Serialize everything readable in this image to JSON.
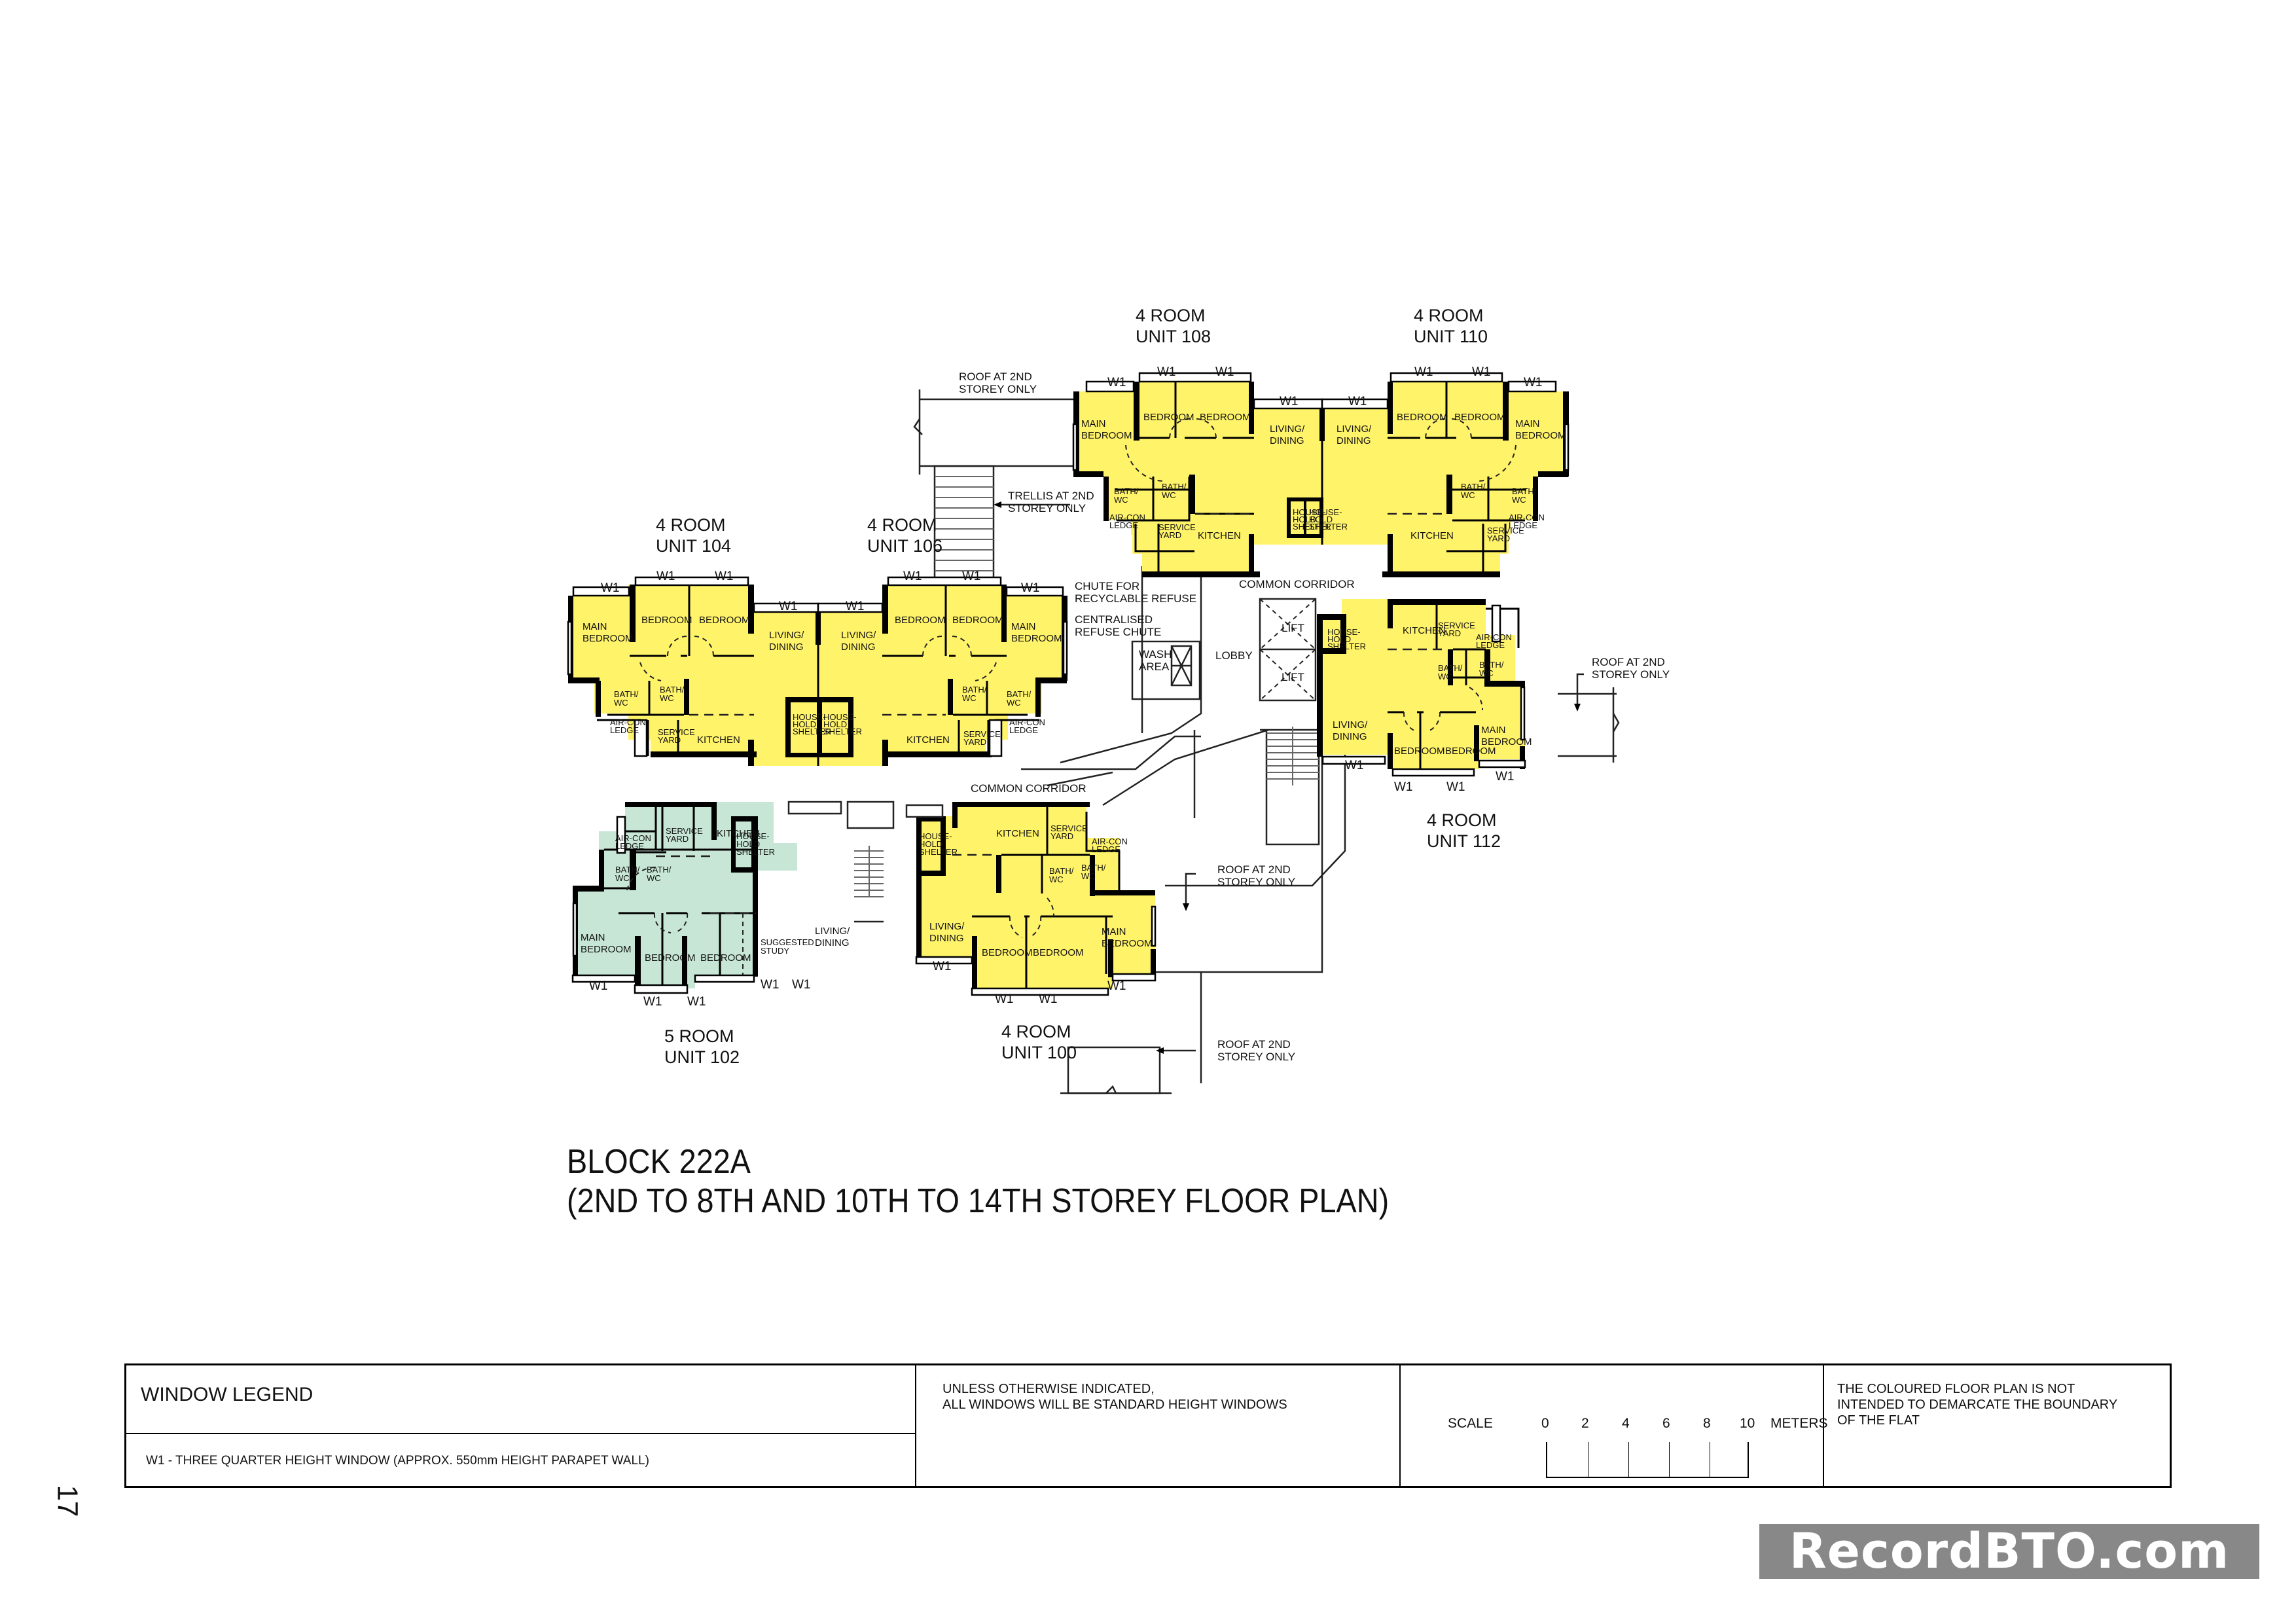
{
  "document": {
    "page_number": "17",
    "title_line1": "BLOCK 222A",
    "title_line2": "(2ND TO 8TH AND 10TH TO 14TH STOREY FLOOR PLAN)",
    "watermark": "RecordBTO.com"
  },
  "colors": {
    "four_room_fill": "#FFF36A",
    "five_room_fill": "#C7E6D5",
    "wall": "#000000",
    "watermark_bg": "#888888"
  },
  "units": [
    {
      "id": "108",
      "type": "4 ROOM",
      "label": "UNIT 108"
    },
    {
      "id": "110",
      "type": "4 ROOM",
      "label": "UNIT 110"
    },
    {
      "id": "104",
      "type": "4 ROOM",
      "label": "UNIT 104"
    },
    {
      "id": "106",
      "type": "4 ROOM",
      "label": "UNIT 106"
    },
    {
      "id": "112",
      "type": "4 ROOM",
      "label": "UNIT 112"
    },
    {
      "id": "102",
      "type": "5 ROOM",
      "label": "UNIT 102"
    },
    {
      "id": "100",
      "type": "4 ROOM",
      "label": "UNIT 100"
    }
  ],
  "rooms": {
    "main_bedroom_l1": "MAIN",
    "main_bedroom_l2": "BEDROOM",
    "bedroom": "BEDROOM",
    "living_l1": "LIVING/",
    "living_l2": "DINING",
    "kitchen": "KITCHEN",
    "bath_l1": "BATH/",
    "bath_l2": "WC",
    "aircon_l1": "AIR-CON",
    "aircon_l2": "LEDGE",
    "service_l1": "SERVICE",
    "service_l2": "YARD",
    "shelter_l1": "HOUSE-",
    "shelter_l2": "HOLD",
    "shelter_l3": "SHELTER",
    "study_l1": "SUGGESTED",
    "study_l2": "STUDY",
    "window_tag": "W1"
  },
  "common_areas": {
    "corridor": "COMMON CORRIDOR",
    "lobby": "LOBBY",
    "lift": "LIFT",
    "wash_l1": "WASH",
    "wash_l2": "AREA"
  },
  "annotations": {
    "roof_l1": "ROOF AT 2ND",
    "roof_l2": "STOREY ONLY",
    "trellis_l1": "TRELLIS AT 2ND",
    "trellis_l2": "STOREY ONLY",
    "chute_recycle_l1": "CHUTE FOR",
    "chute_recycle_l2": "RECYCLABLE REFUSE",
    "chute_central_l1": "CENTRALISED",
    "chute_central_l2": "REFUSE CHUTE"
  },
  "legend": {
    "title": "WINDOW LEGEND",
    "w1_desc": "W1 - THREE QUARTER HEIGHT WINDOW (APPROX. 550mm HEIGHT PARAPET WALL)",
    "note_l1": "UNLESS OTHERWISE INDICATED,",
    "note_l2": "ALL WINDOWS WILL BE STANDARD HEIGHT WINDOWS",
    "scale_label": "SCALE",
    "scale_ticks": [
      "0",
      "2",
      "4",
      "6",
      "8",
      "10"
    ],
    "scale_unit": "METERS",
    "disclaimer_l1": "THE COLOURED FLOOR PLAN IS NOT",
    "disclaimer_l2": "INTENDED TO DEMARCATE THE BOUNDARY",
    "disclaimer_l3": "OF THE FLAT"
  }
}
